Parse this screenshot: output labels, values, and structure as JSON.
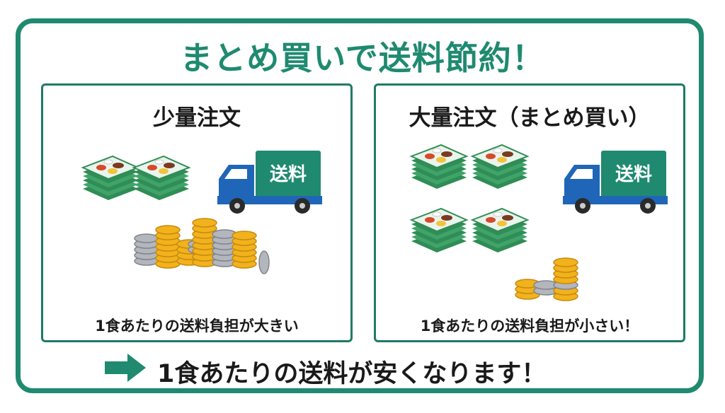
{
  "title": "まとめ買いで送料節約！",
  "left_panel": {
    "heading": "少量注文",
    "truck_label": "送料",
    "caption": "1食あたりの送料負担が大きい"
  },
  "right_panel": {
    "heading": "大量注文（まとめ買い）",
    "truck_label": "送料",
    "caption": "1食あたりの送料負担が小さい！"
  },
  "conclusion": "1食あたりの送料が安くなります！",
  "icons": [
    "bento-stack-icon",
    "delivery-truck-icon",
    "coin-stack-icon",
    "arrow-right-icon"
  ],
  "colors": {
    "brand_green": "#1f8a70",
    "truck_blue": "#1f66b8",
    "coin_gold": "#f2b21c",
    "coin_silver": "#a9adb3"
  }
}
